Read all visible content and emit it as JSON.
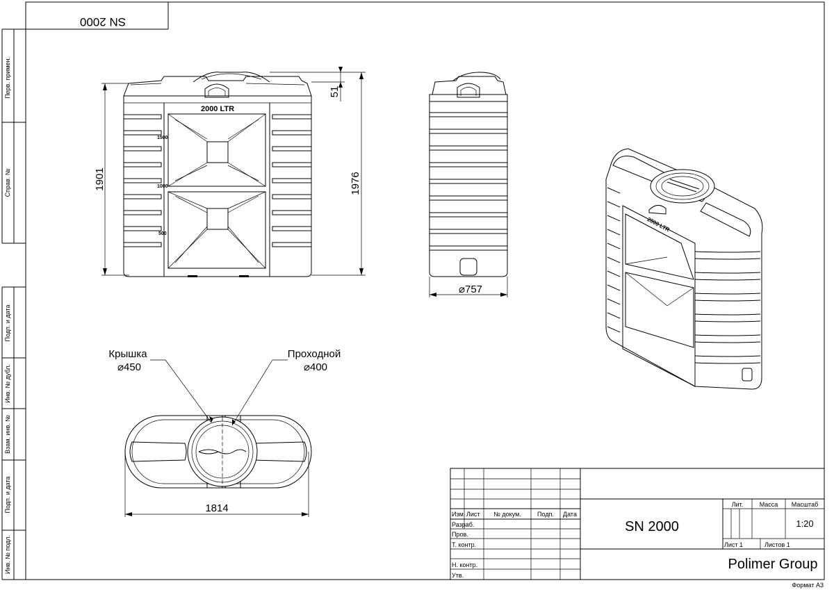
{
  "drawing": {
    "stamp_top": "SN 2000",
    "format_label": "Формат А3",
    "side_strip": {
      "perv_primen": "Перв. примен.",
      "sprav_no": "Справ. №",
      "podp_data_1": "Подп. и дата",
      "inv_dubl": "Инв. № дубл.",
      "vzam_inv": "Взам. инв. №",
      "podp_data_2": "Подп. и дата",
      "inv_podl": "Инв. № подл."
    },
    "front_view": {
      "label_2000": "2000 LTR",
      "mark_1500": "1500",
      "mark_1000": "1000",
      "mark_500": "500",
      "dim_height_body": "1901",
      "dim_height_total": "1976",
      "dim_lid": "51"
    },
    "side_view": {
      "dim_depth": "⌀757"
    },
    "top_view": {
      "lid_label": "Крышка",
      "lid_dim": "⌀450",
      "hatch_label": "Проходной",
      "hatch_dim": "⌀400",
      "dim_length": "1814"
    },
    "iso_view": {
      "label_2000": "2000 LTR"
    },
    "title_block": {
      "col_izm": "Изм.",
      "col_list": "Лист",
      "col_dokum": "№ докум.",
      "col_podp": "Подп.",
      "col_data": "Дата",
      "row_razrab": "Разраб.",
      "row_prov": "Пров.",
      "row_tkontr": "Т. контр.",
      "row_nkontr": "Н. контр.",
      "row_utv": "Утв.",
      "designation": "SN 2000",
      "lit": "Лит.",
      "massa": "Масса",
      "masshtab": "Масштаб",
      "scale_value": "1:20",
      "list_label": "Лист 1",
      "listov_label": "Листов 1",
      "company": "Polimer Group"
    }
  }
}
